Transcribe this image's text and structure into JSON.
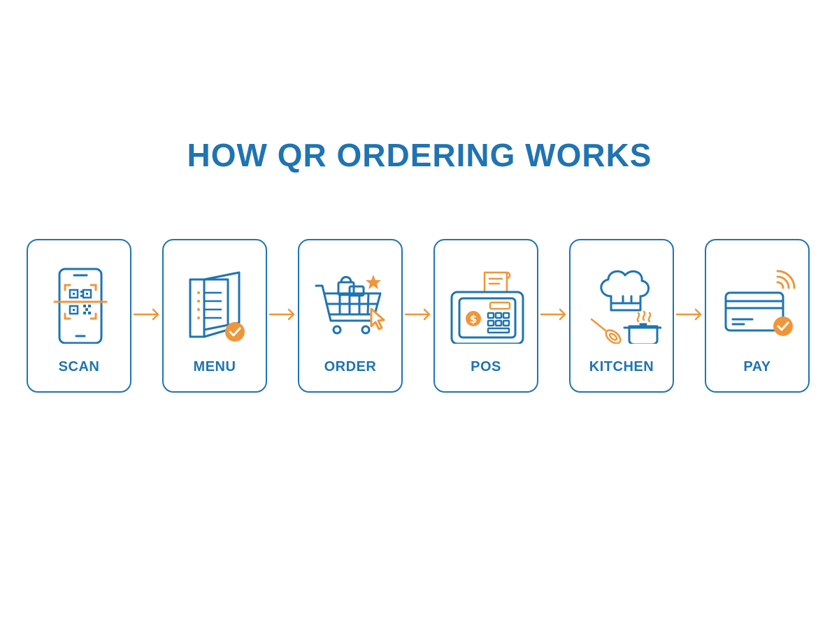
{
  "title": "HOW QR ORDERING WORKS",
  "colors": {
    "primary": "#1f74b1",
    "accent": "#f0963a",
    "background": "#ffffff"
  },
  "steps": [
    {
      "label": "SCAN",
      "icon": "qr-phone-icon"
    },
    {
      "label": "MENU",
      "icon": "menu-book-icon"
    },
    {
      "label": "ORDER",
      "icon": "shopping-cart-icon"
    },
    {
      "label": "POS",
      "icon": "pos-terminal-icon"
    },
    {
      "label": "KITCHEN",
      "icon": "chef-kitchen-icon"
    },
    {
      "label": "PAY",
      "icon": "contactless-card-icon"
    }
  ]
}
